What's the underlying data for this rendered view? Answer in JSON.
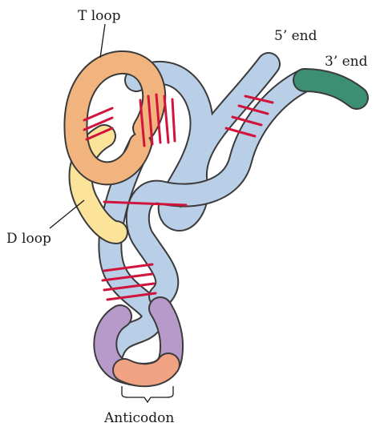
{
  "labels": {
    "t_loop": "T loop",
    "five_prime_end": "5’ end",
    "three_prime_end": "3’ end",
    "d_loop": "D loop",
    "anticodon": "Anticodon"
  },
  "colors": {
    "backbone": "#b9cfe8",
    "t_loop": "#f2b47e",
    "d_loop": "#fbe39a",
    "anticodon_loop": "#b79ac9",
    "anticodon": "#f1a283",
    "three_prime_end": "#3c8f73",
    "base_pair": "#d0143c",
    "outline": "#3b3b3b"
  }
}
